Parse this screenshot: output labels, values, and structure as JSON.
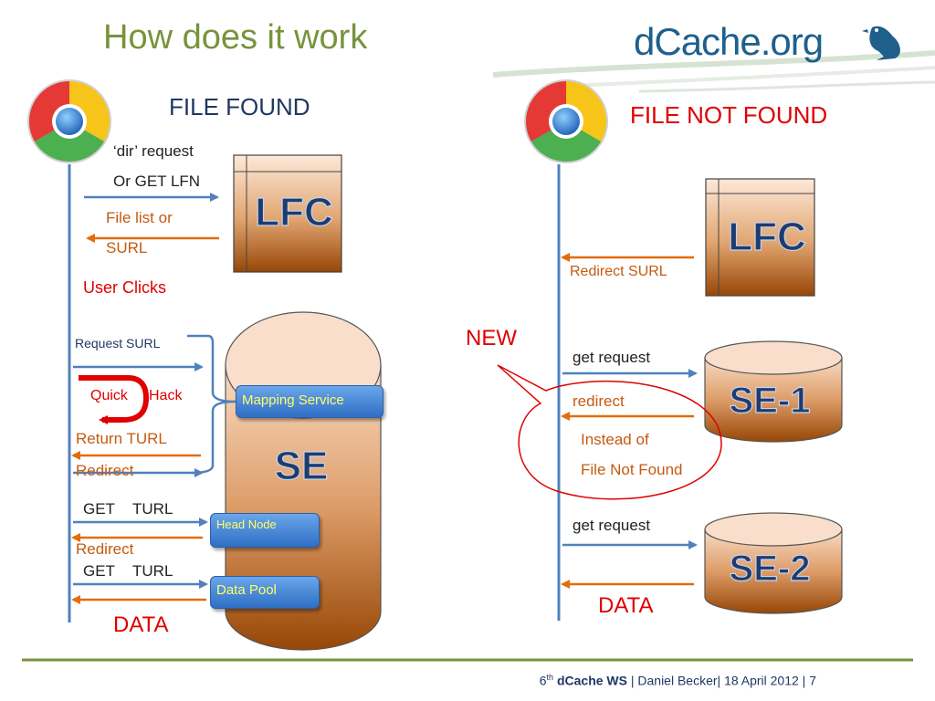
{
  "slide": {
    "title": "How does it work",
    "logo_text": "dCache.org",
    "footer": {
      "ordinal": "6",
      "ordinal_suffix": "th",
      "event": "dCache WS",
      "rest": "| Daniel Becker| 18 April 2012 | 7"
    }
  },
  "left_panel": {
    "heading": "FILE FOUND",
    "dir_request": "‘dir’ request",
    "get_lfn": "Or GET LFN",
    "file_list": "File list or",
    "surl": "SURL",
    "user_clicks": "User Clicks",
    "request_surl": "Request SURL",
    "quick": "Quick",
    "hack": "Hack",
    "return_turl": "Return TURL",
    "redirect1": "Redirect",
    "get1": "GET",
    "turl1": "TURL",
    "redirect2": "Redirect",
    "get2": "GET",
    "turl2": "TURL",
    "data": "DATA",
    "lfc": "LFC",
    "se": "SE",
    "mapping_service": "Mapping Service",
    "head_node": "Head Node",
    "data_pool": "Data Pool"
  },
  "right_panel": {
    "heading": "FILE NOT FOUND",
    "redirect_surl": "Redirect SURL",
    "new": "NEW",
    "get_request1": "get request",
    "redirect": "redirect",
    "instead_of": "Instead of",
    "file_not_found": "File Not Found",
    "get_request2": "get request",
    "data": "DATA",
    "lfc": "LFC",
    "se1": "SE-1",
    "se2": "SE-2"
  },
  "colors": {
    "title_green": "#77933c",
    "request_blue": "#4f81bd",
    "response_orange": "#e46c0a",
    "highlight_red": "#e00000",
    "box_top": "#fde9d9",
    "box_bottom": "#974706"
  }
}
